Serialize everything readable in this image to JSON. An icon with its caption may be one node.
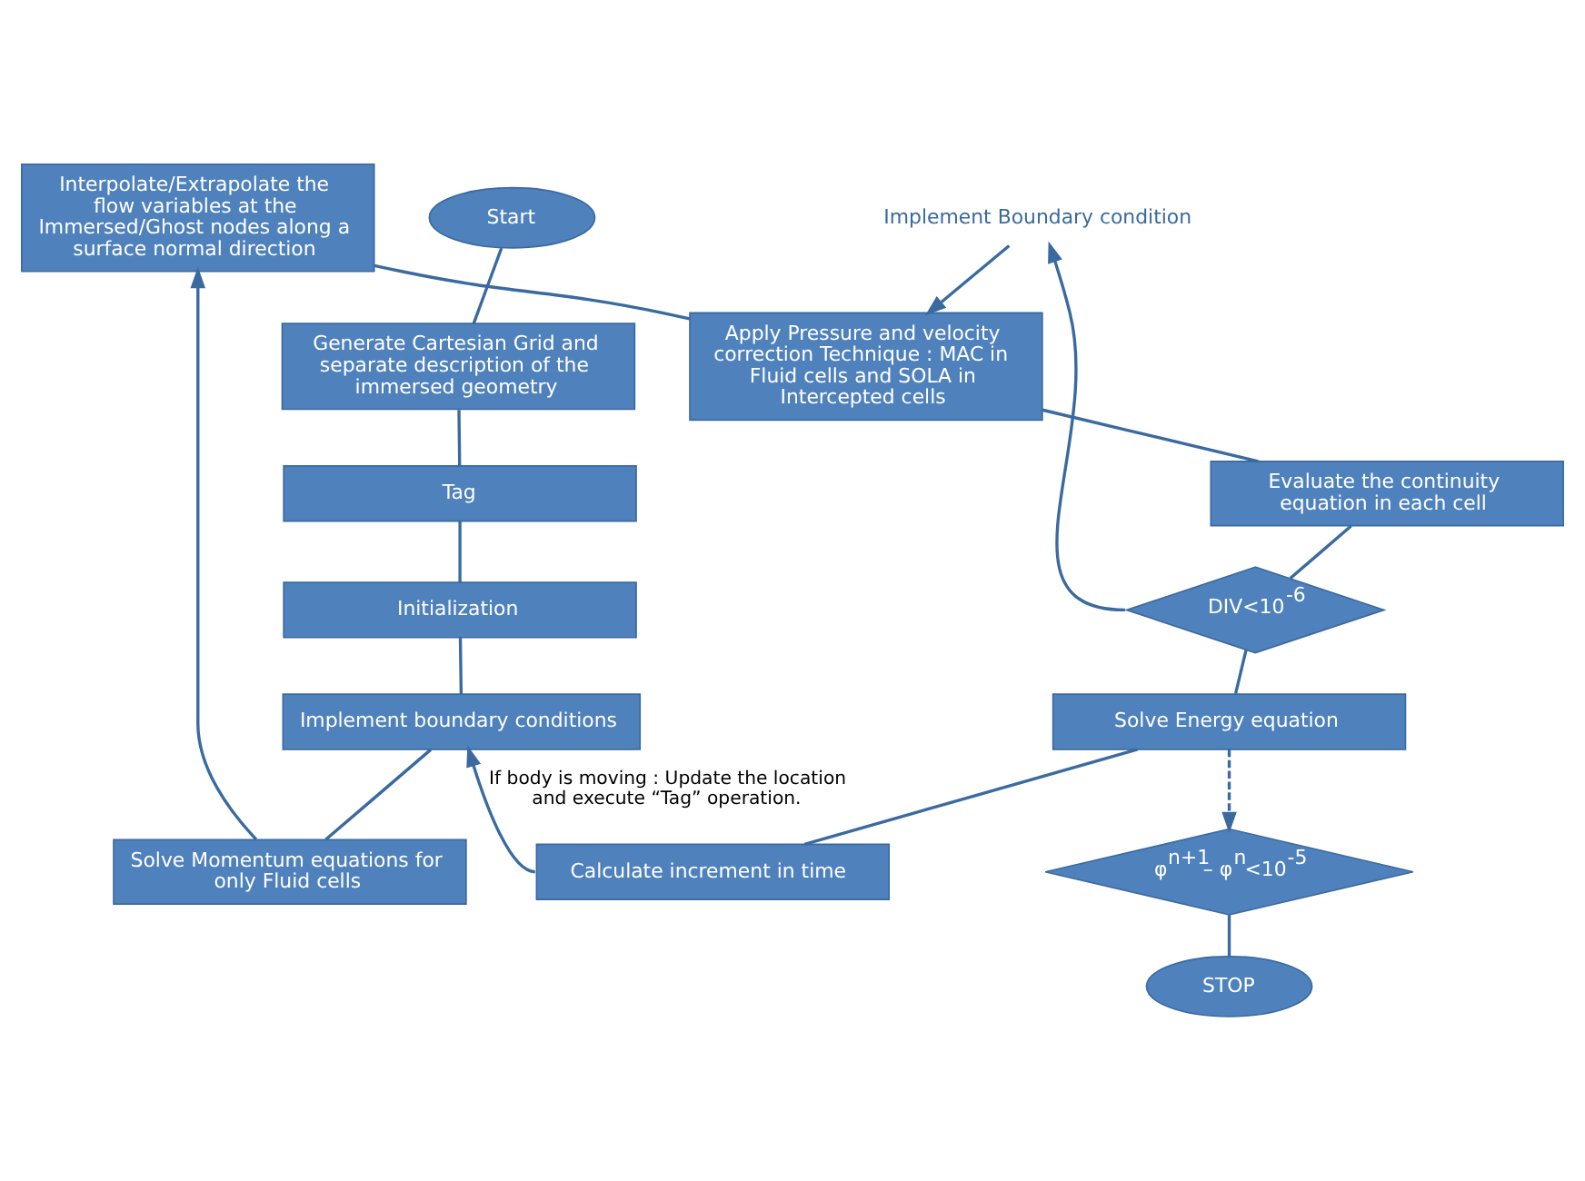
{
  "diagram": {
    "nodes": [
      {
        "text": [
          "Start"
        ]
      },
      {
        "text": [
          "Generate Cartesian Grid and separate description of the immersed geometry"
        ]
      },
      {
        "text": [
          "Tag"
        ]
      },
      {
        "text": [
          "Initialization"
        ]
      },
      {
        "text": [
          "Implement boundary conditions"
        ]
      },
      {
        "text": [
          "Solve Momentum equations for only Fluid cells"
        ]
      },
      {
        "text": [
          "Interpolate/Extrapolate the flow variables at the Immersed/Ghost nodes along a surface normal direction"
        ]
      },
      {
        "text": [
          "Apply Pressure and velocity correction Technique : MAC in Fluid cells and SOLA in Intercepted cells"
        ]
      },
      {
        "text": [
          "Evaluate the continuity equation in each cell"
        ]
      },
      {
        "text": [
          "DIV<10$^{-6}$"
        ]
      },
      {
        "text": [
          "Solve Energy equation"
        ]
      },
      {
        "text": [
          "Calculate increment in time"
        ]
      },
      {
        "text": [
          "STOP"
        ]
      },
      {
        "text": [
          "φ$^{n+1}$– φ$^{n}$<10$^{-5}$"
        ]
      },
      {
        "text": [
          "Implement Boundary condition"
        ]
      }
    ],
    "edges": [
      {
        "from": 0,
        "to": 1,
        "arrow": "none"
      },
      {
        "from": 1,
        "to": 2,
        "arrow": "none"
      },
      {
        "from": 2,
        "to": 3,
        "arrow": "none"
      },
      {
        "from": 3,
        "to": 4,
        "arrow": "none"
      },
      {
        "from": 4,
        "to": 5,
        "arrow": "none"
      },
      {
        "from": 5,
        "to": 6,
        "arrow": "to"
      },
      {
        "from": 6,
        "to": 7,
        "arrow": "none"
      },
      {
        "from": 7,
        "to": 8,
        "arrow": "none"
      },
      {
        "from": 8,
        "to": 9,
        "arrow": "none"
      },
      {
        "from": 9,
        "to": 10,
        "arrow": "none"
      },
      {
        "from": 10,
        "to": 11,
        "arrow": "none"
      },
      {
        "from": 11,
        "to": 4,
        "arrow": "to",
        "label": "If body is moving : Update the location and execute “Tag” operation."
      },
      {
        "from": 9,
        "to": 14,
        "arrow": "to"
      },
      {
        "from": 14,
        "to": 7,
        "arrow": "to"
      },
      {
        "from": 10,
        "to": 13,
        "arrow": "to",
        "style": "dashed"
      },
      {
        "from": 13,
        "to": 12,
        "arrow": "none"
      }
    ]
  }
}
